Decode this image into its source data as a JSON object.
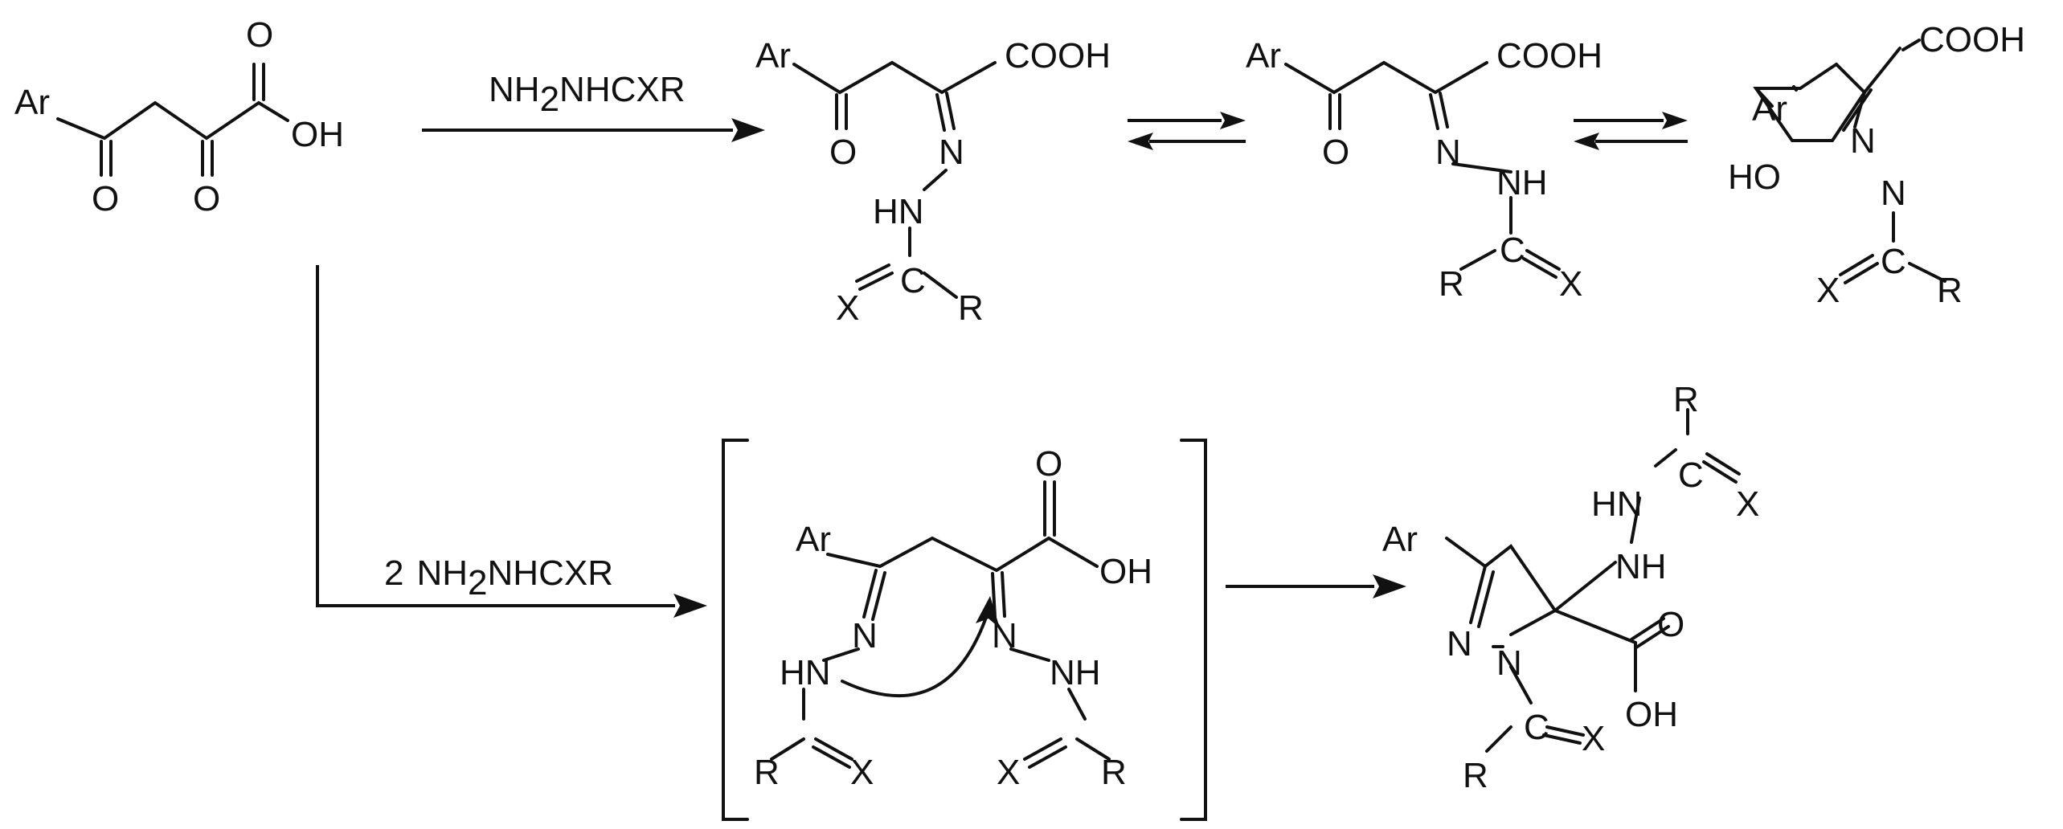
{
  "scheme": {
    "reagent_1": {
      "nh": "NH",
      "sub": "2",
      "rest": "NHCXR"
    },
    "reagent_2": {
      "coef": "2",
      "nh": "NH",
      "sub": "2",
      "rest": "NHCXR"
    },
    "atoms": {
      "ar": "Ar",
      "o": "O",
      "oh": "OH",
      "ho": "HO",
      "cooh": "COOH",
      "n": "N",
      "nh": "NH",
      "hn": "HN",
      "c": "C",
      "x": "X",
      "r": "R"
    }
  }
}
